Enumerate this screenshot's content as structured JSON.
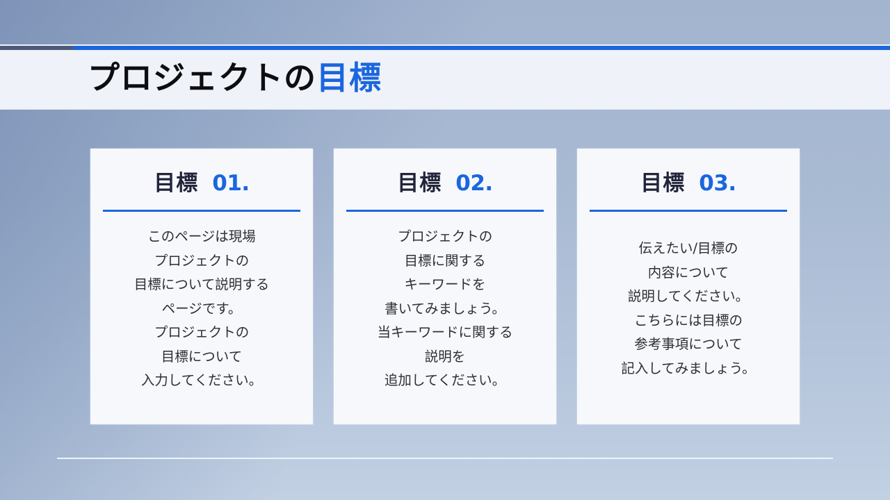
{
  "header": {
    "title_main": "プロジェクトの",
    "title_accent": "目標"
  },
  "colors": {
    "accent": "#1a66de",
    "heading_dark": "#22243a",
    "body_text": "#2e2e34",
    "card_bg": "#f6f8fc",
    "header_bg": "#eff2f8"
  },
  "cards": [
    {
      "label": "目標",
      "number": "01.",
      "lines": [
        "このページは現場",
        "プロジェクトの",
        "目標について説明する",
        "ページです。",
        "プロジェクトの",
        "目標について",
        "入力してください。"
      ]
    },
    {
      "label": "目標",
      "number": "02.",
      "lines": [
        "プロジェクトの",
        "目標に関する",
        "キーワードを",
        "書いてみましょう。",
        "当キーワードに関する",
        "説明を",
        "追加してください。"
      ]
    },
    {
      "label": "目標",
      "number": "03.",
      "lines": [
        "伝えたい/目標の",
        "内容について",
        "説明してください。",
        "こちらには目標の",
        "参考事項について",
        "記入してみましょう。"
      ]
    }
  ]
}
